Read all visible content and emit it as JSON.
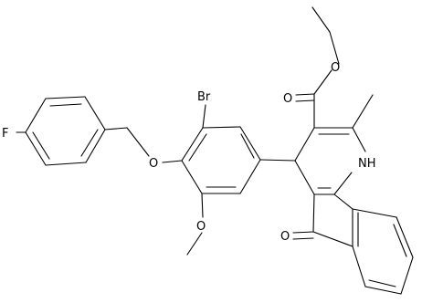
{
  "structure": {
    "atoms": {
      "F": "F",
      "Br": "Br",
      "O_ether": "O",
      "O_methoxy": "O",
      "O_ester_carbonyl": "O",
      "O_ester_alkoxy": "O",
      "O_ketone": "O",
      "NH": "NH"
    },
    "colors": {
      "bond": "#000000",
      "background": "#ffffff"
    }
  }
}
